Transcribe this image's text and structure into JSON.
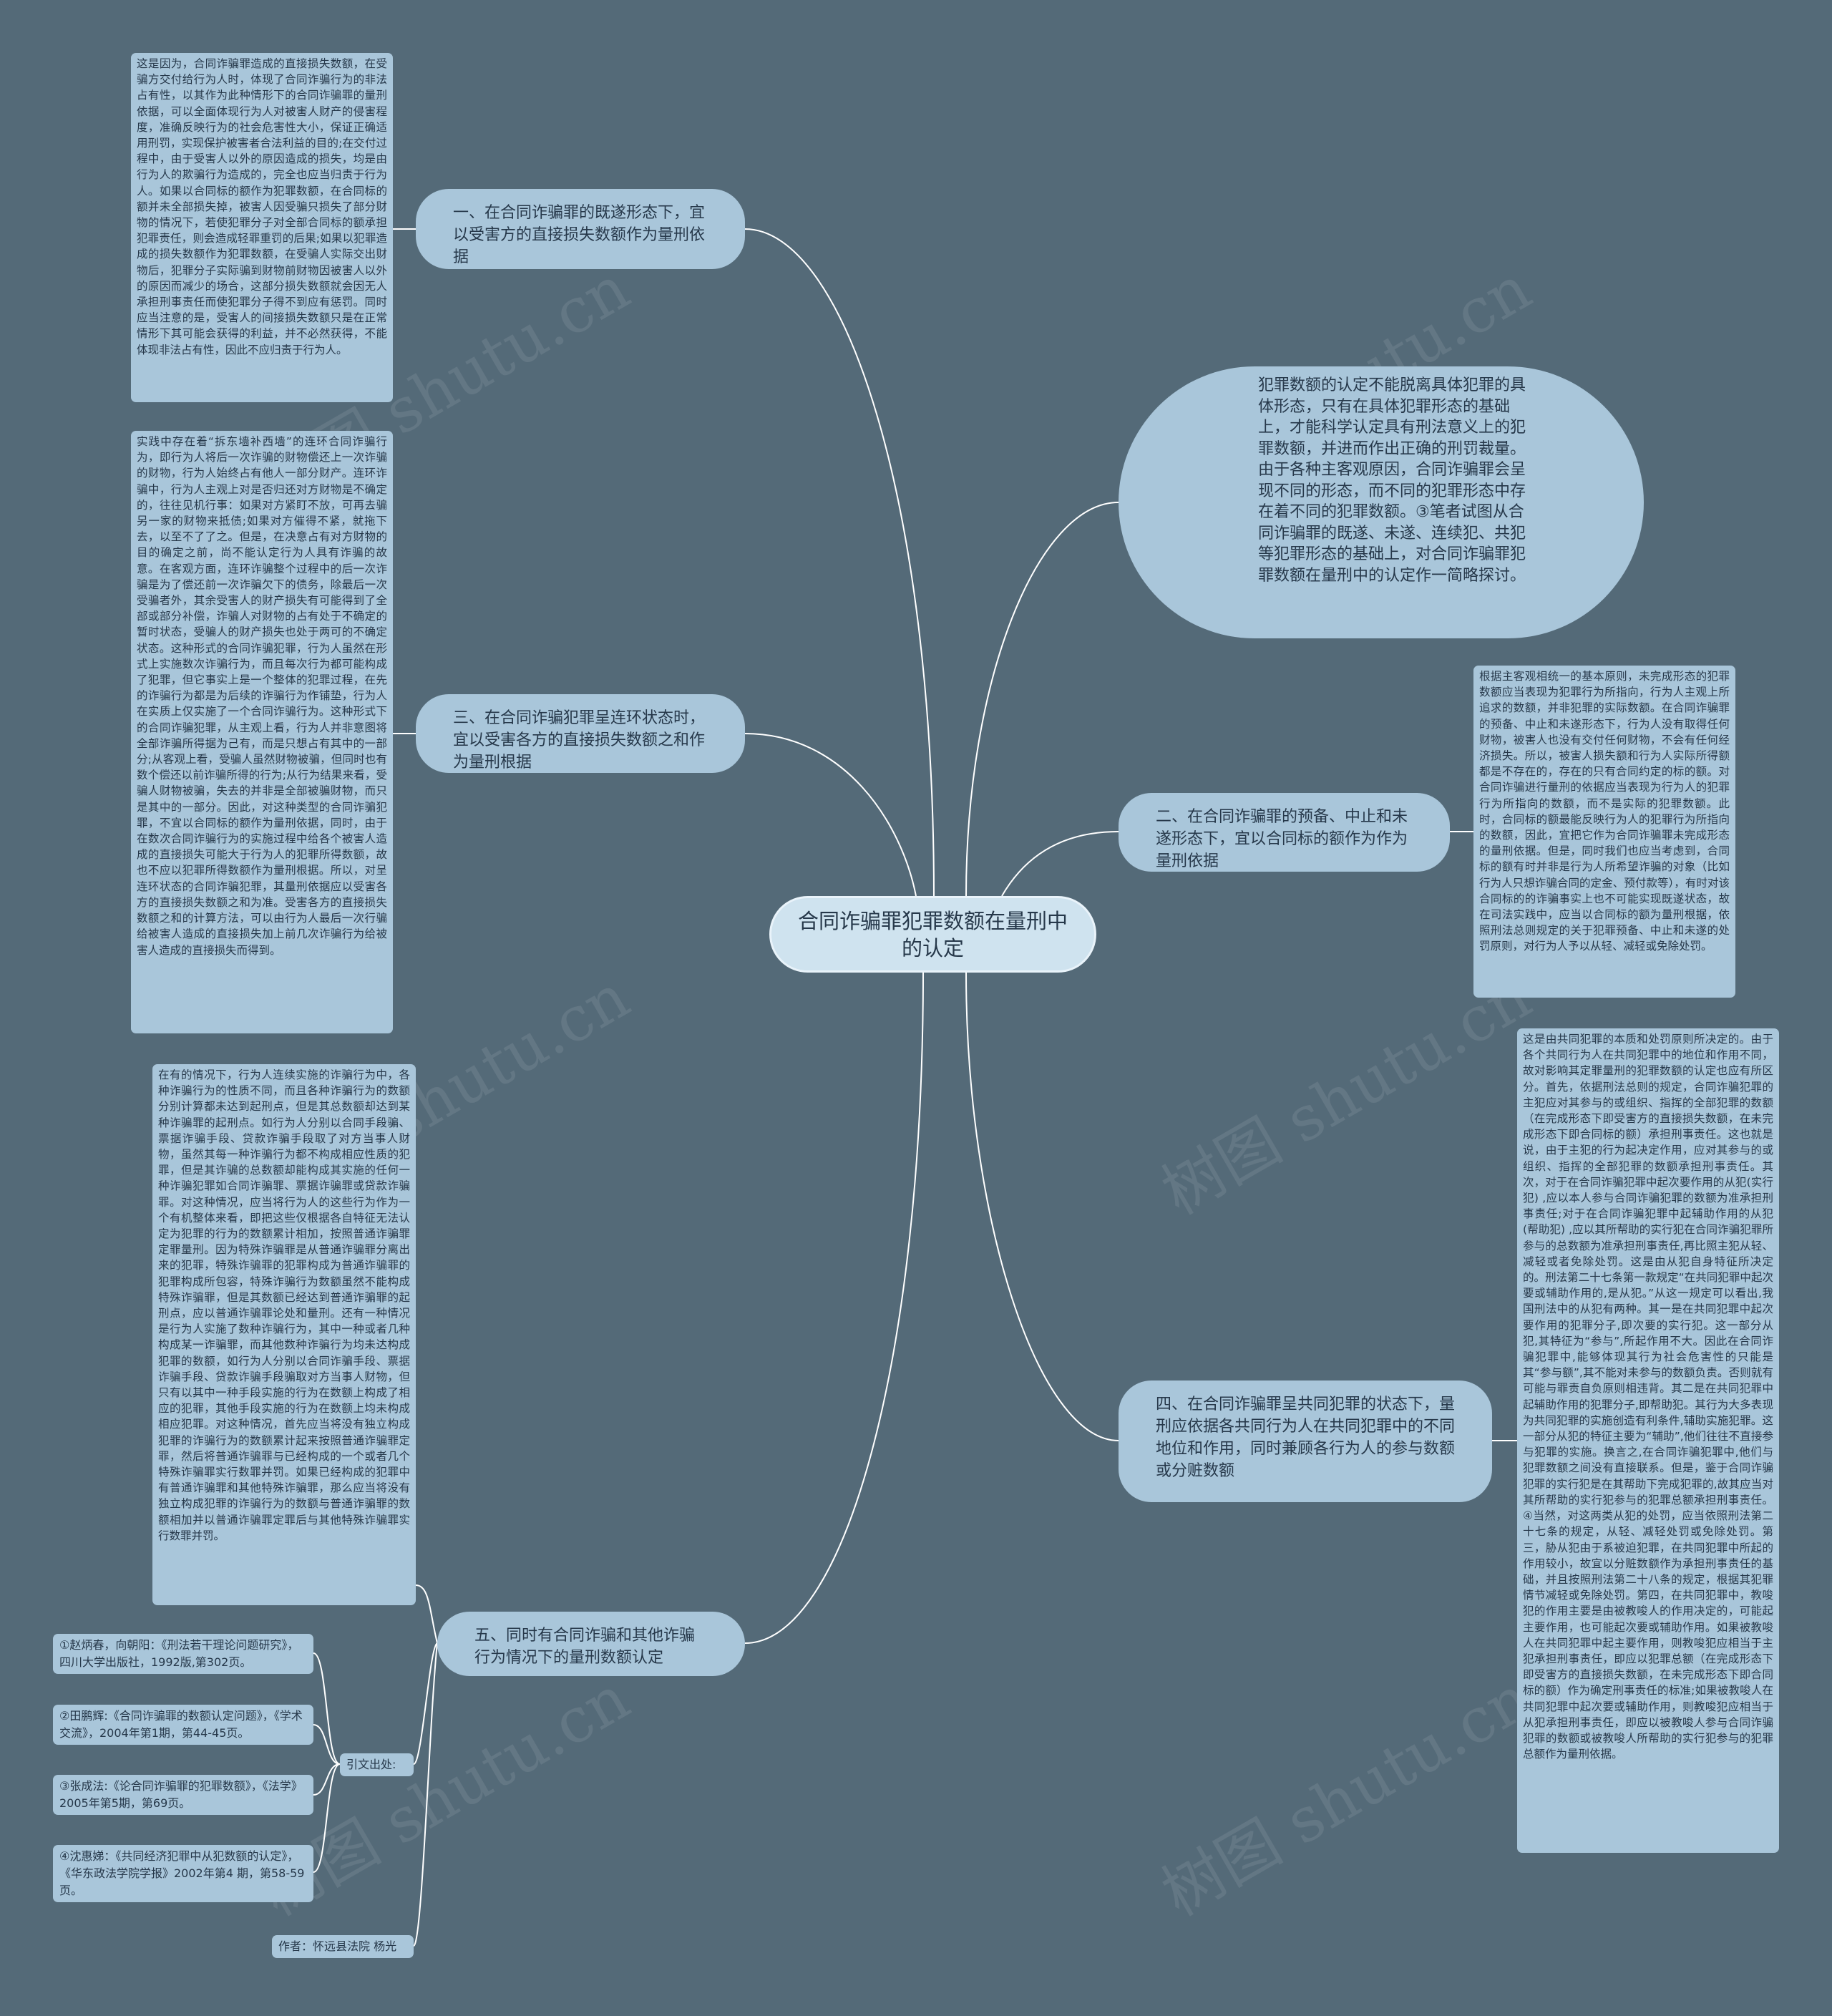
{
  "root": {
    "title": "合同诈骗罪犯罪数额在量刑中的认定"
  },
  "intro": "犯罪数额的认定不能脱离具体犯罪的具体形态，只有在具体犯罪形态的基础上，才能科学认定具有刑法意义上的犯罪数额，并进而作出正确的刑罚裁量。由于各种主客观原因，合同诈骗罪会呈现不同的形态，而不同的犯罪形态中存在着不同的犯罪数额。③笔者试图从合同诈骗罪的既遂、未遂、连续犯、共犯等犯罪形态的基础上，对合同诈骗罪犯罪数额在量刑中的认定作一简略探讨。",
  "branches": {
    "b1": {
      "title": "一、在合同诈骗罪的既遂形态下，宜以受害方的直接损失数额作为量刑依据",
      "detail": "这是因为，合同诈骗罪造成的直接损失数额，在受骗方交付给行为人时，体现了合同诈骗行为的非法占有性，以其作为此种情形下的合同诈骗罪的量刑依据，可以全面体现行为人对被害人财产的侵害程度，准确反映行为的社会危害性大小，保证正确适用刑罚，实现保护被害者合法利益的目的;在交付过程中，由于受害人以外的原因造成的损失，均是由行为人的欺骗行为造成的，完全也应当归责于行为人。如果以合同标的额作为犯罪数额，在合同标的额并未全部损失掉，被害人因受骗只损失了部分财物的情况下，若使犯罪分子对全部合同标的额承担犯罪责任，则会造成轻罪重罚的后果;如果以犯罪造成的损失数额作为犯罪数额，在受骗人实际交出财物后，犯罪分子实际骗到财物前财物因被害人以外的原因而减少的场合，这部分损失数额就会因无人承担刑事责任而使犯罪分子得不到应有惩罚。同时应当注意的是，受害人的间接损失数额只是在正常情形下其可能会获得的利益，并不必然获得，不能体现非法占有性，因此不应归责于行为人。"
    },
    "b3": {
      "title": "三、在合同诈骗犯罪呈连环状态时，宜以受害各方的直接损失数额之和作为量刑根据",
      "detail": "实践中存在着“拆东墙补西墙”的连环合同诈骗行为，即行为人将后一次诈骗的财物偿还上一次诈骗的财物，行为人始终占有他人一部分财产。连环诈骗中，行为人主观上对是否归还对方财物是不确定的，往往见机行事：如果对方紧盯不放，可再去骗另一家的财物来抵债;如果对方催得不紧，就拖下去，以至不了了之。但是，在决意占有对方财物的目的确定之前，尚不能认定行为人具有诈骗的故意。在客观方面，连环诈骗整个过程中的后一次诈骗是为了偿还前一次诈骗欠下的债务，除最后一次受骗者外，其余受害人的财产损失有可能得到了全部或部分补偿，诈骗人对财物的占有处于不确定的暂时状态，受骗人的财产损失也处于两可的不确定状态。这种形式的合同诈骗犯罪，行为人虽然在形式上实施数次诈骗行为，而且每次行为都可能构成了犯罪，但它事实上是一个整体的犯罪过程，在先的诈骗行为都是为后续的诈骗行为作铺垫，行为人在实质上仅实施了一个合同诈骗行为。这种形式下的合同诈骗犯罪，从主观上看，行为人并非意图将全部诈骗所得据为己有，而是只想占有其中的一部分;从客观上看，受骗人虽然财物被骗，但同时也有数个偿还以前诈骗所得的行为;从行为结果来看，受骗人财物被骗，失去的并非是全部被骗财物，而只是其中的一部分。因此，对这种类型的合同诈骗犯罪，不宜以合同标的额作为量刑依据，同时，由于在数次合同诈骗行为的实施过程中给各个被害人造成的直接损失可能大于行为人的犯罪所得数额，故也不应以犯罪所得数额作为量刑根据。所以，对呈连环状态的合同诈骗犯罪，其量刑依据应以受害各方的直接损失数额之和为准。受害各方的直接损失数额之和的计算方法，可以由行为人最后一次行骗给被害人造成的直接损失加上前几次诈骗行为给被害人造成的直接损失而得到。"
    },
    "b2": {
      "title": "二、在合同诈骗罪的预备、中止和未遂形态下，宜以合同标的额作为作为量刑依据",
      "detail": "根据主客观相统一的基本原则，未完成形态的犯罪数额应当表现为犯罪行为所指向，行为人主观上所追求的数额，并非犯罪的实际数额。在合同诈骗罪的预备、中止和未遂形态下，行为人没有取得任何财物，被害人也没有交付任何财物，不会有任何经济损失。所以，被害人损失额和行为人实际所得额都是不存在的，存在的只有合同约定的标的额。对合同诈骗进行量刑的依据应当表现为行为人的犯罪行为所指向的数额，而不是实际的犯罪数额。此时，合同标的额最能反映行为人的犯罪行为所指向的数额，因此，宜把它作为合同诈骗罪未完成形态的量刑依据。但是，同时我们也应当考虑到，合同标的额有时并非是行为人所希望诈骗的对象（比如行为人只想诈骗合同的定金、预付款等），有时对该合同标的的诈骗事实上也不可能实现既遂状态，故在司法实践中，应当以合同标的额为量刑根据，依照刑法总则规定的关于犯罪预备、中止和未遂的处罚原则，对行为人予以从轻、减轻或免除处罚。"
    },
    "b4": {
      "title": "四、在合同诈骗罪呈共同犯罪的状态下，量刑应依据各共同行为人在共同犯罪中的不同地位和作用，同时兼顾各行为人的参与数额或分赃数额",
      "detail": "这是由共同犯罪的本质和处罚原则所决定的。由于各个共同行为人在共同犯罪中的地位和作用不同，故对影响其定罪量刑的犯罪数额的认定也应有所区分。首先，依据刑法总则的规定，合同诈骗犯罪的主犯应对其参与的或组织、指挥的全部犯罪的数额（在完成形态下即受害方的直接损失数额，在未完成形态下即合同标的额）承担刑事责任。这也就是说，由于主犯的行为起决定作用，应对其参与的或组织、指挥的全部犯罪的数额承担刑事责任。其次，对于在合同诈骗犯罪中起次要作用的从犯(实行犯) ,应以本人参与合同诈骗犯罪的数额为准承担刑事责任;对于在合同诈骗犯罪中起辅助作用的从犯(帮助犯) ,应以其所帮助的实行犯在合同诈骗犯罪所参与的总数额为准承担刑事责任,再比照主犯从轻、减轻或者免除处罚。这是由从犯自身特征所决定的。刑法第二十七条第一款规定“在共同犯罪中起次要或辅助作用的,是从犯。”从这一规定可以看出,我国刑法中的从犯有两种。其一是在共同犯罪中起次要作用的犯罪分子,即次要的实行犯。这一部分从犯,其特征为“参与”,所起作用不大。因此在合同诈骗犯罪中,能够体现其行为社会危害性的只能是其“参与额”,其不能对未参与的数额负责。否则就有可能与罪责自负原则相违背。其二是在共同犯罪中起辅助作用的犯罪分子,即帮助犯。其行为大多表现为共同犯罪的实施创造有利条件,辅助实施犯罪。这一部分从犯的特征主要为“辅助”,他们往往不直接参与犯罪的实施。换言之,在合同诈骗犯罪中,他们与犯罪数额之间没有直接联系。但是，鉴于合同诈骗犯罪的实行犯是在其帮助下完成犯罪的,故其应当对其所帮助的实行犯参与的犯罪总额承担刑事责任。④当然，对这两类从犯的处罚，应当依照刑法第二十七条的规定，从轻、减轻处罚或免除处罚。第三，胁从犯由于系被迫犯罪，在共同犯罪中所起的作用较小，故宜以分赃数额作为承担刑事责任的基础，并且按照刑法第二十八条的规定，根据其犯罪情节减轻或免除处罚。第四，在共同犯罪中，教唆犯的作用主要是由被教唆人的作用决定的，可能起主要作用，也可能起次要或辅助作用。如果被教唆人在共同犯罪中起主要作用，则教唆犯应相当于主犯承担刑事责任，即应以犯罪总额（在完成形态下即受害方的直接损失数额，在未完成形态下即合同标的额）作为确定刑事责任的标准;如果被教唆人在共同犯罪中起次要或辅助作用，则教唆犯应相当于从犯承担刑事责任，即应以被教唆人参与合同诈骗犯罪的数额或被教唆人所帮助的实行犯参与的犯罪总额作为量刑依据。"
    },
    "b5": {
      "title": "五、同时有合同诈骗和其他诈骗行为情况下的量刑数额认定",
      "detail": "在有的情况下，行为人连续实施的诈骗行为中，各种诈骗行为的性质不同，而且各种诈骗行为的数额分别计算都未达到起刑点，但是其总数额却达到某种诈骗罪的起刑点。如行为人分别以合同手段骗、票据诈骗手段、贷款诈骗手段取了对方当事人财物，虽然其每一种诈骗行为都不构成相应性质的犯罪，但是其诈骗的总数额却能构成其实施的任何一种诈骗犯罪如合同诈骗罪、票据诈骗罪或贷款诈骗罪。对这种情况，应当将行为人的这些行为作为一个有机整体来看，即把这些仅根据各自特征无法认定为犯罪的行为的数额累计相加，按照普通诈骗罪定罪量刑。因为特殊诈骗罪是从普通诈骗罪分离出来的犯罪，特殊诈骗罪的犯罪构成为普通诈骗罪的犯罪构成所包容，特殊诈骗行为数额虽然不能构成特殊诈骗罪，但是其数额已经达到普通诈骗罪的起刑点，应以普通诈骗罪论处和量刑。还有一种情况是行为人实施了数种诈骗行为，其中一种或者几种构成某一诈骗罪，而其他数种诈骗行为均未达构成犯罪的数额，如行为人分别以合同诈骗手段、票据诈骗手段、贷款诈骗手段骗取对方当事人财物，但只有以其中一种手段实施的行为在数额上构成了相应的犯罪，其他手段实施的行为在数额上均未构成相应犯罪。对这种情况，首先应当将没有独立构成犯罪的诈骗行为的数额累计起来按照普通诈骗罪定罪，然后将普通诈骗罪与已经构成的一个或者几个特殊诈骗罪实行数罪并罚。如果已经构成的犯罪中有普通诈骗罪和其他特殊诈骗罪，那么应当将没有独立构成犯罪的诈骗行为的数额与普通诈骗罪的数额相加并以普通诈骗罪定罪后与其他特殊诈骗罪实行数罪并罚。"
    }
  },
  "refs": {
    "label": "引文出处:",
    "items": [
      "①赵炳春，向朝阳：《刑法若干理论问题研究》，四川大学出版社，1992版,第302页。",
      "②田鹏辉:《合同诈骗罪的数额认定问题》，《学术交流》，2004年第1期，第44-45页。",
      "③张成法:《论合同诈骗罪的犯罪数额》，《法学》2005年第5期，第69页。",
      "④沈惠娣：《共同经济犯罪中从犯数额的认定》，《华东政法学院学报》2002年第4 期，第58-59页。"
    ]
  },
  "author": "作者：怀远县法院 杨光",
  "watermark": "树图 shutu.cn",
  "colors": {
    "background": "#546a78",
    "node": "#a9c6da",
    "root": "#cfe3ef",
    "line": "#ffffff",
    "text": "#26384a"
  }
}
